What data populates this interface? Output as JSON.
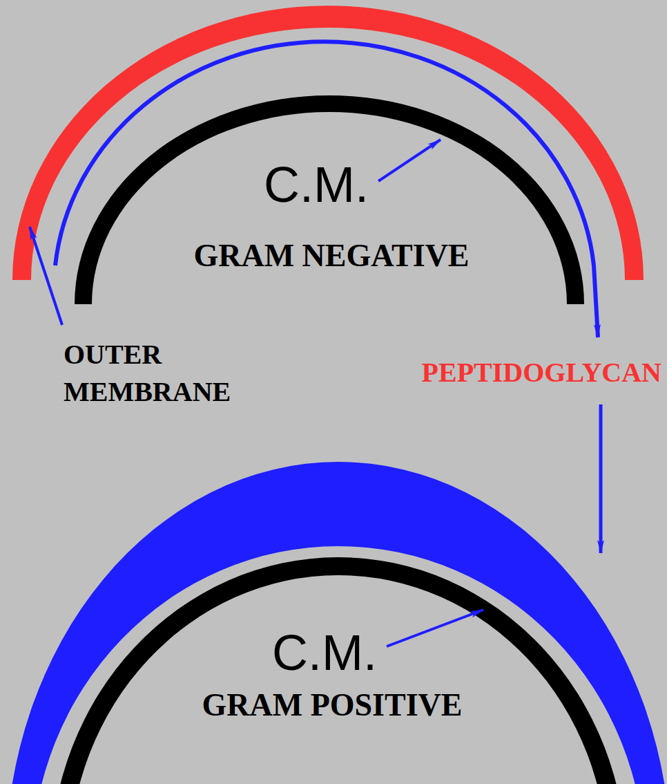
{
  "diagram": {
    "labels": [
      "C.M.",
      "GRAM NEGATIVE",
      "OUTER MEMBRANE",
      "PEPTIDOGLYCAN",
      "C.M.",
      "GRAM POSITIVE"
    ]
  }
}
